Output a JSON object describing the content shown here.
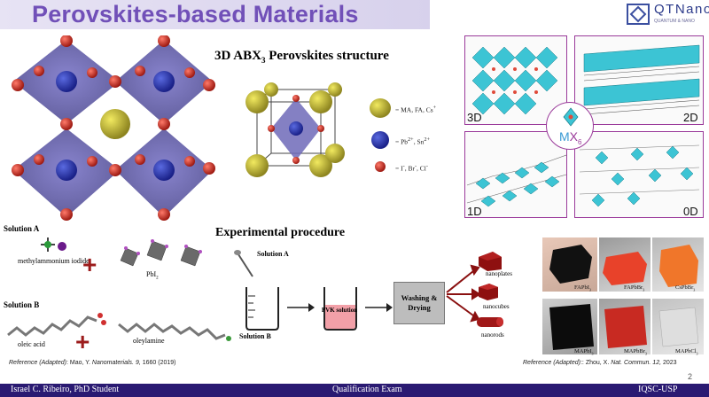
{
  "header": {
    "title": "Perovskites-based Materials",
    "logo_text": "QTNano",
    "logo_sub": "QUANTUM & NANO"
  },
  "structure": {
    "heading": "3D ABX",
    "heading_sub": "3",
    "heading_tail": " Perovskites structure",
    "legend": [
      {
        "label": "= MA, FA, Cs",
        "sup": "+",
        "color": "#c9c23a"
      },
      {
        "label": "= Pb",
        "sup": "2+",
        "tail": ", Sn",
        "sup2": "2+",
        "color": "#2233aa"
      },
      {
        "label": "= I",
        "sup": "-",
        "tail": ", Br",
        "sup2": "-",
        "tail2": ", Cl",
        "sup3": "-",
        "color": "#b92a2a"
      }
    ]
  },
  "dimensions": {
    "center_label": "M",
    "center_sub": "X",
    "center_sub2": "6",
    "panels": [
      "3D",
      "2D",
      "1D",
      "0D"
    ]
  },
  "solution_a": {
    "title": "Solution A",
    "reagent1": "methylammonium iodide",
    "reagent2": "PbI",
    "reagent2_sub": "2"
  },
  "solution_b": {
    "title": "Solution B",
    "reagent1": "oleic acid",
    "reagent2": "oleylamine"
  },
  "experimental": {
    "heading": "Experimental procedure",
    "solution_a": "Solution A",
    "solution_b": "Solution B",
    "pvk": "PVK solution",
    "washing": "Washing & Drying",
    "products": [
      "nanoplates",
      "nanocubes",
      "nanorods"
    ]
  },
  "photos": {
    "top": [
      {
        "label": "FAPbI",
        "sub": "3"
      },
      {
        "label": "FAPbBr",
        "sub": "3"
      },
      {
        "label": "CsPbBr",
        "sub": "3"
      }
    ],
    "bottom": [
      {
        "label": "MAPbI",
        "sub": "3"
      },
      {
        "label": "MAPbBr",
        "sub": "3"
      },
      {
        "label": "MAPbCl",
        "sub": "3"
      }
    ]
  },
  "references": {
    "left_prefix": "Reference (Adapted)",
    "left_body": ": Mao, Y. ",
    "left_journal": "Nanomaterials. 9,",
    "left_tail": " 1660 (2019)",
    "right_prefix": "Reference (Adapted)",
    "right_body": ":: Zhou, X. ",
    "right_journal": "Nat. Commun. 12,",
    "right_tail": " 2023"
  },
  "footer": {
    "author": "Israel C. Ribeiro, PhD Student",
    "event": "Qualification Exam",
    "institution": "IQSC-USP"
  },
  "page_number": "2",
  "colors": {
    "title": "#7150b8",
    "footer": "#2a1a72",
    "panel_border": "#9a3a9a",
    "plus": "#9c1c1c",
    "arrow": "#8a1010"
  }
}
